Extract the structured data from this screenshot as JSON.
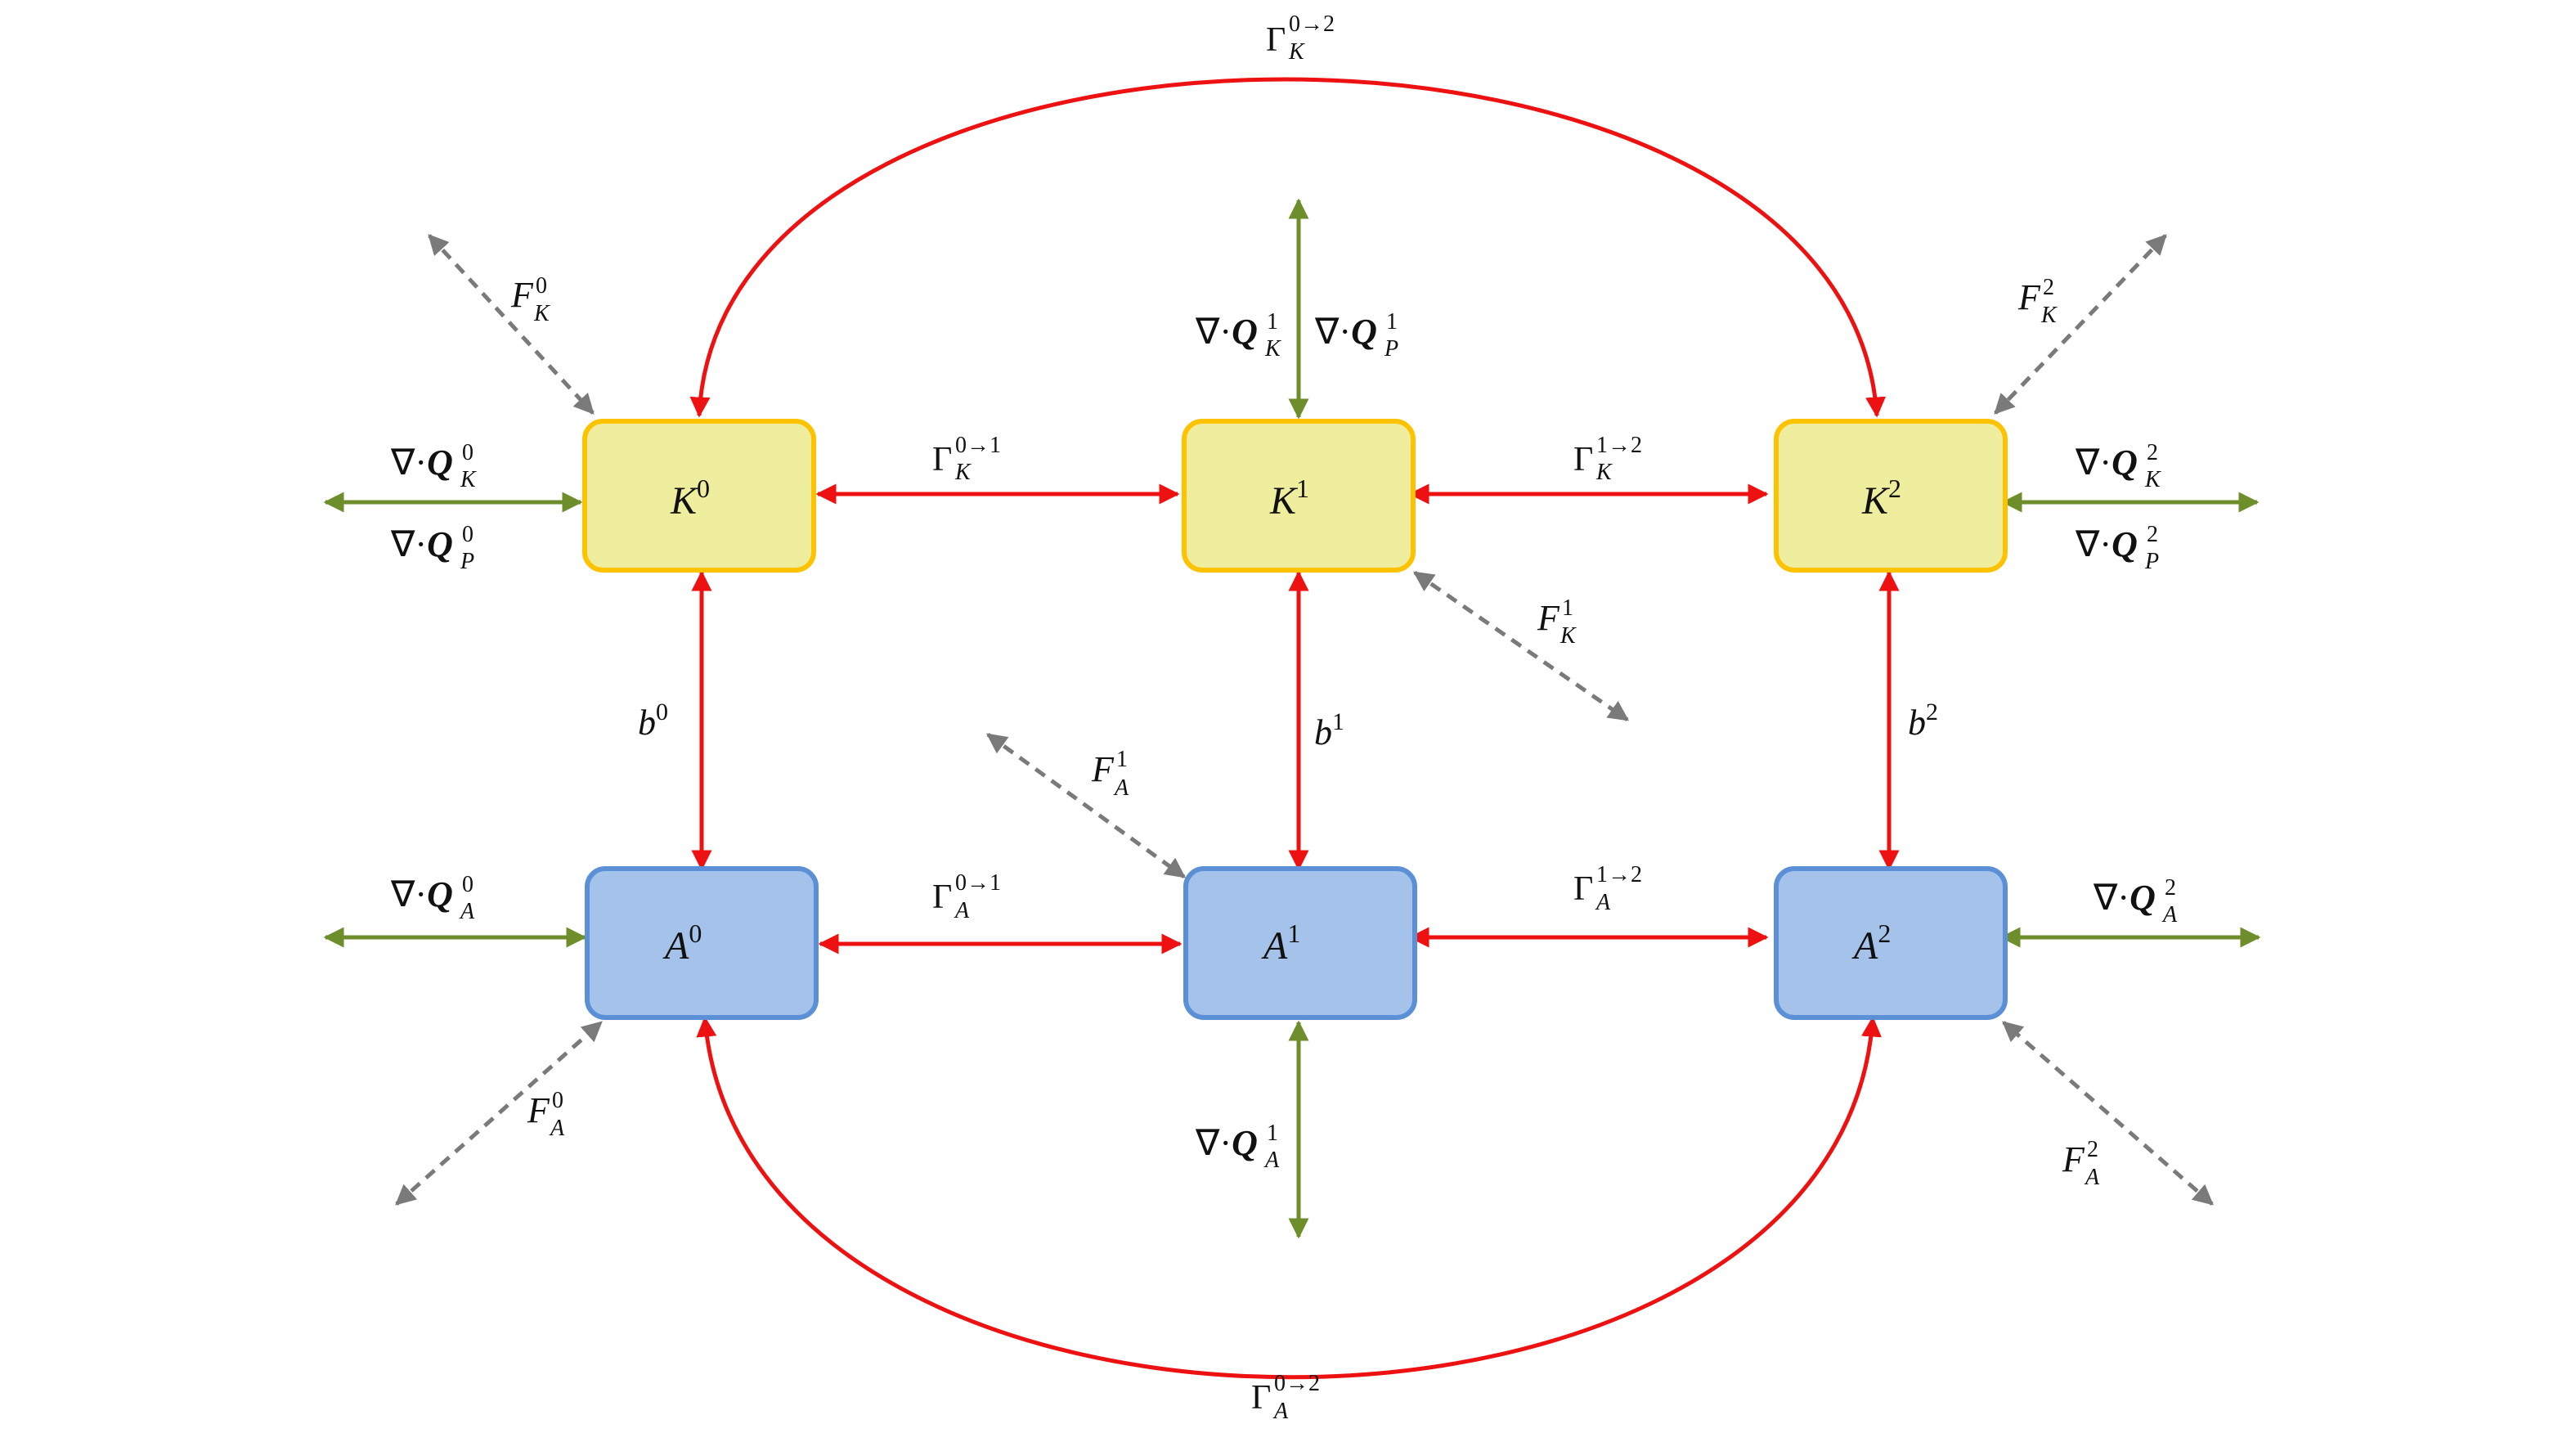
{
  "colors": {
    "exchange_arrow": "#ee1111",
    "flux_arrow": "#6e8e2c",
    "source_arrow": "#7a7a7a",
    "k_node_fill": "#eeee9e",
    "k_node_stroke": "#fdc200",
    "a_node_fill": "#a4c2ea",
    "a_node_stroke": "#5b8fd6"
  },
  "nodes": {
    "K0": {
      "base": "K",
      "sup": "0"
    },
    "K1": {
      "base": "K",
      "sup": "1"
    },
    "K2": {
      "base": "K",
      "sup": "2"
    },
    "A0": {
      "base": "A",
      "sup": "0"
    },
    "A1": {
      "base": "A",
      "sup": "1"
    },
    "A2": {
      "base": "A",
      "sup": "2"
    }
  },
  "labels": {
    "gamma_K_0_2": {
      "base": "Γ",
      "sub": "K",
      "sup": "0→2"
    },
    "gamma_K_0_1": {
      "base": "Γ",
      "sub": "K",
      "sup": "0→1"
    },
    "gamma_K_1_2": {
      "base": "Γ",
      "sub": "K",
      "sup": "1→2"
    },
    "gamma_A_0_1": {
      "base": "Γ",
      "sub": "A",
      "sup": "0→1"
    },
    "gamma_A_1_2": {
      "base": "Γ",
      "sub": "A",
      "sup": "1→2"
    },
    "gamma_A_0_2": {
      "base": "Γ",
      "sub": "A",
      "sup": "0→2"
    },
    "b0": {
      "base": "b",
      "sup": "0"
    },
    "b1": {
      "base": "b",
      "sup": "1"
    },
    "b2": {
      "base": "b",
      "sup": "2"
    },
    "F_K0": {
      "base": "F",
      "sub": "K",
      "sup": "0"
    },
    "F_K1": {
      "base": "F",
      "sub": "K",
      "sup": "1"
    },
    "F_K2": {
      "base": "F",
      "sub": "K",
      "sup": "2"
    },
    "F_A0": {
      "base": "F",
      "sub": "A",
      "sup": "0"
    },
    "F_A1": {
      "base": "F",
      "sub": "A",
      "sup": "1"
    },
    "F_A2": {
      "base": "F",
      "sub": "A",
      "sup": "2"
    },
    "divQ_K0": {
      "op": "∇·",
      "base": "Q",
      "sub": "K",
      "sup": "0"
    },
    "divQ_P0": {
      "op": "∇·",
      "base": "Q",
      "sub": "P",
      "sup": "0"
    },
    "divQ_K1": {
      "op": "∇·",
      "base": "Q",
      "sub": "K",
      "sup": "1"
    },
    "divQ_P1": {
      "op": "∇·",
      "base": "Q",
      "sub": "P",
      "sup": "1"
    },
    "divQ_K2": {
      "op": "∇·",
      "base": "Q",
      "sub": "K",
      "sup": "2"
    },
    "divQ_P2": {
      "op": "∇·",
      "base": "Q",
      "sub": "P",
      "sup": "2"
    },
    "divQ_A0": {
      "op": "∇·",
      "base": "Q",
      "sub": "A",
      "sup": "0"
    },
    "divQ_A1": {
      "op": "∇·",
      "base": "Q",
      "sub": "A",
      "sup": "1"
    },
    "divQ_A2": {
      "op": "∇·",
      "base": "Q",
      "sub": "A",
      "sup": "2"
    }
  }
}
